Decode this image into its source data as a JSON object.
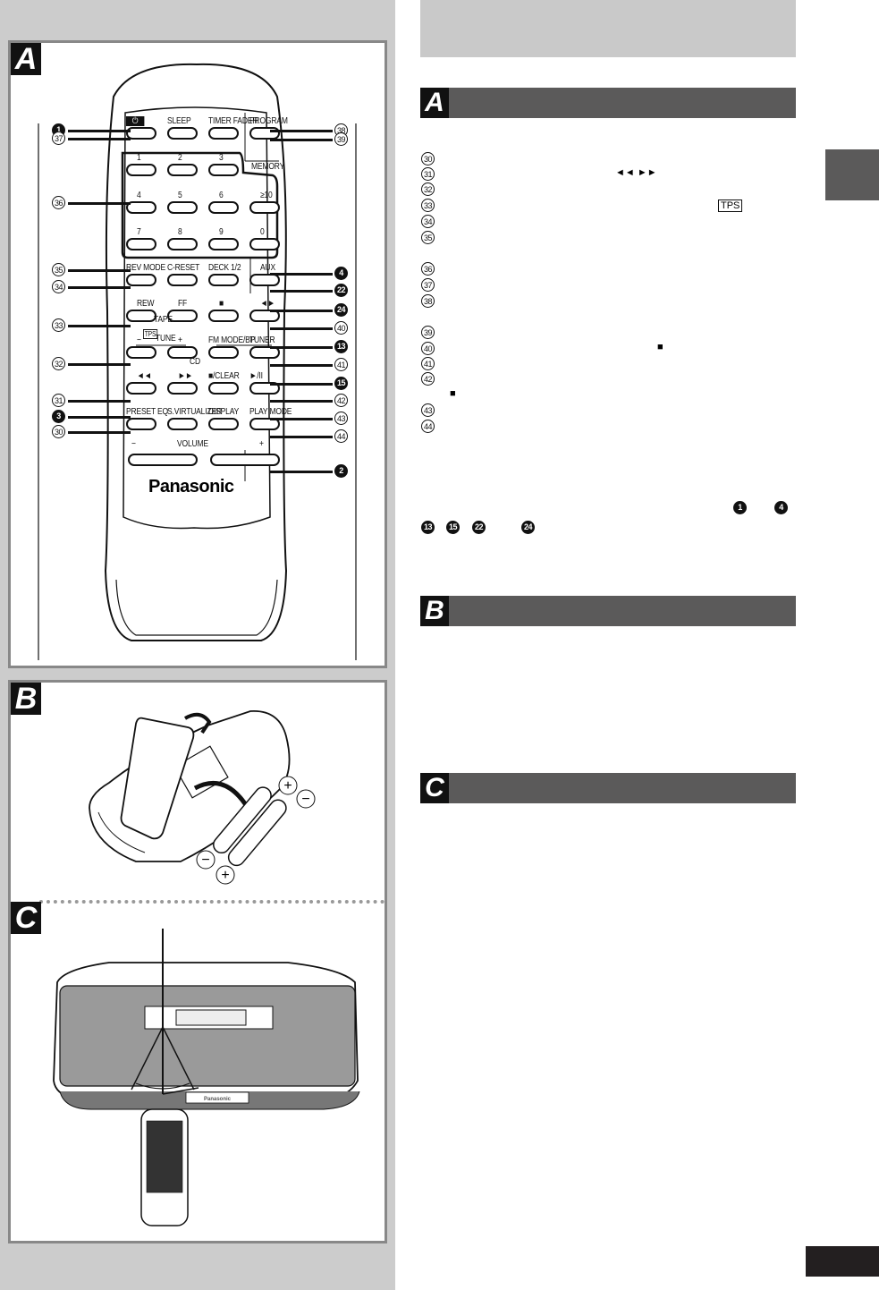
{
  "left_figures": {
    "figure_a": {
      "letter": "A",
      "remote": {
        "brand": "Panasonic",
        "button_rows": [
          [
            {
              "label": "⏻",
              "callout": "1",
              "filled": true
            },
            {
              "label": "SLEEP",
              "callout": "37"
            },
            {
              "label": "TIMER FADER",
              "callout": "39"
            },
            {
              "label": "PROGRAM",
              "callout": "38"
            }
          ],
          [
            {
              "label": "1"
            },
            {
              "label": "2"
            },
            {
              "label": "3"
            },
            {
              "label": "MEMORY"
            }
          ],
          [
            {
              "label": "4"
            },
            {
              "label": "5"
            },
            {
              "label": "6"
            },
            {
              "label": "≥10"
            }
          ],
          [
            {
              "label": "7"
            },
            {
              "label": "8"
            },
            {
              "label": "9"
            },
            {
              "label": "0"
            }
          ],
          [
            {
              "label": "REV MODE",
              "callout": "35"
            },
            {
              "label": "C-RESET",
              "callout": "34"
            },
            {
              "label": "DECK 1/2",
              "callout": "22"
            },
            {
              "label": "AUX",
              "callout": "4"
            }
          ],
          [
            {
              "label": "REW",
              "callout": "33"
            },
            {
              "label": "FF"
            },
            {
              "label": "■",
              "callout": "40"
            },
            {
              "label": "◄►",
              "callout": "24"
            }
          ],
          [
            {
              "label": "−"
            },
            {
              "label": "+",
              "callout": "32"
            },
            {
              "label": "FM MODE/BP",
              "callout": "41"
            },
            {
              "label": "TUNER",
              "callout": "13"
            }
          ],
          [
            {
              "label": "◄◄",
              "callout": "31"
            },
            {
              "label": "►►"
            },
            {
              "label": "■/CLEAR",
              "callout": "42"
            },
            {
              "label": "►/II",
              "callout": "15"
            }
          ],
          [
            {
              "label": "PRESET EQ",
              "callout": "3"
            },
            {
              "label": "S.VIRTUALIZER",
              "callout": "30"
            },
            {
              "label": "DISPLAY",
              "callout": "44"
            },
            {
              "label": "PLAY MODE",
              "callout": "43"
            }
          ]
        ],
        "group_labels": {
          "tape": "TAPE",
          "tps": "TPS",
          "tune": "TUNE",
          "cd": "CD",
          "volume": "VOLUME",
          "vol_minus": "−",
          "vol_plus": "+",
          "memory": "MEMORY",
          "ten": "≥10"
        },
        "left_callouts": [
          {
            "n": "1",
            "filled": true
          },
          {
            "n": "37"
          },
          {
            "n": "36"
          },
          {
            "n": "35"
          },
          {
            "n": "34"
          },
          {
            "n": "33"
          },
          {
            "n": "32"
          },
          {
            "n": "31"
          },
          {
            "n": "3",
            "filled": true
          },
          {
            "n": "30"
          }
        ],
        "right_callouts": [
          {
            "n": "38"
          },
          {
            "n": "39"
          },
          {
            "n": "4",
            "filled": true
          },
          {
            "n": "22",
            "filled": true
          },
          {
            "n": "24",
            "filled": true
          },
          {
            "n": "40"
          },
          {
            "n": "13",
            "filled": true
          },
          {
            "n": "41"
          },
          {
            "n": "15",
            "filled": true
          },
          {
            "n": "42"
          },
          {
            "n": "43"
          },
          {
            "n": "44"
          },
          {
            "n": "2",
            "filled": true
          }
        ]
      }
    },
    "figure_b": {
      "letter": "B",
      "battery_symbols": [
        "+",
        "−",
        "−",
        "+"
      ]
    },
    "figure_c": {
      "letter": "C",
      "unit_brand": "Panasonic"
    }
  },
  "right_text": {
    "section_a": {
      "letter": "A",
      "items": [
        {
          "n": "30"
        },
        {
          "n": "31",
          "glyph": "◄◄  ►►"
        },
        {
          "n": "32"
        },
        {
          "n": "33",
          "badge": "TPS"
        },
        {
          "n": "34"
        },
        {
          "n": "35"
        },
        {
          "n": "36"
        },
        {
          "n": "37"
        },
        {
          "n": "38"
        },
        {
          "n": "39"
        },
        {
          "n": "40",
          "glyph": "■"
        },
        {
          "n": "41"
        },
        {
          "n": "42",
          "glyph": "■"
        },
        {
          "n": "43"
        },
        {
          "n": "44"
        }
      ],
      "ref_callouts": [
        "1",
        "4",
        "13",
        "15",
        "22",
        "24"
      ]
    },
    "section_b": {
      "letter": "B"
    },
    "section_c": {
      "letter": "C"
    }
  },
  "colors": {
    "left_bg": "#cccccc",
    "panel_border": "#888888",
    "section_bar": "#5b5a5a",
    "top_box": "#c9c9c9",
    "page_box": "#231f20"
  }
}
